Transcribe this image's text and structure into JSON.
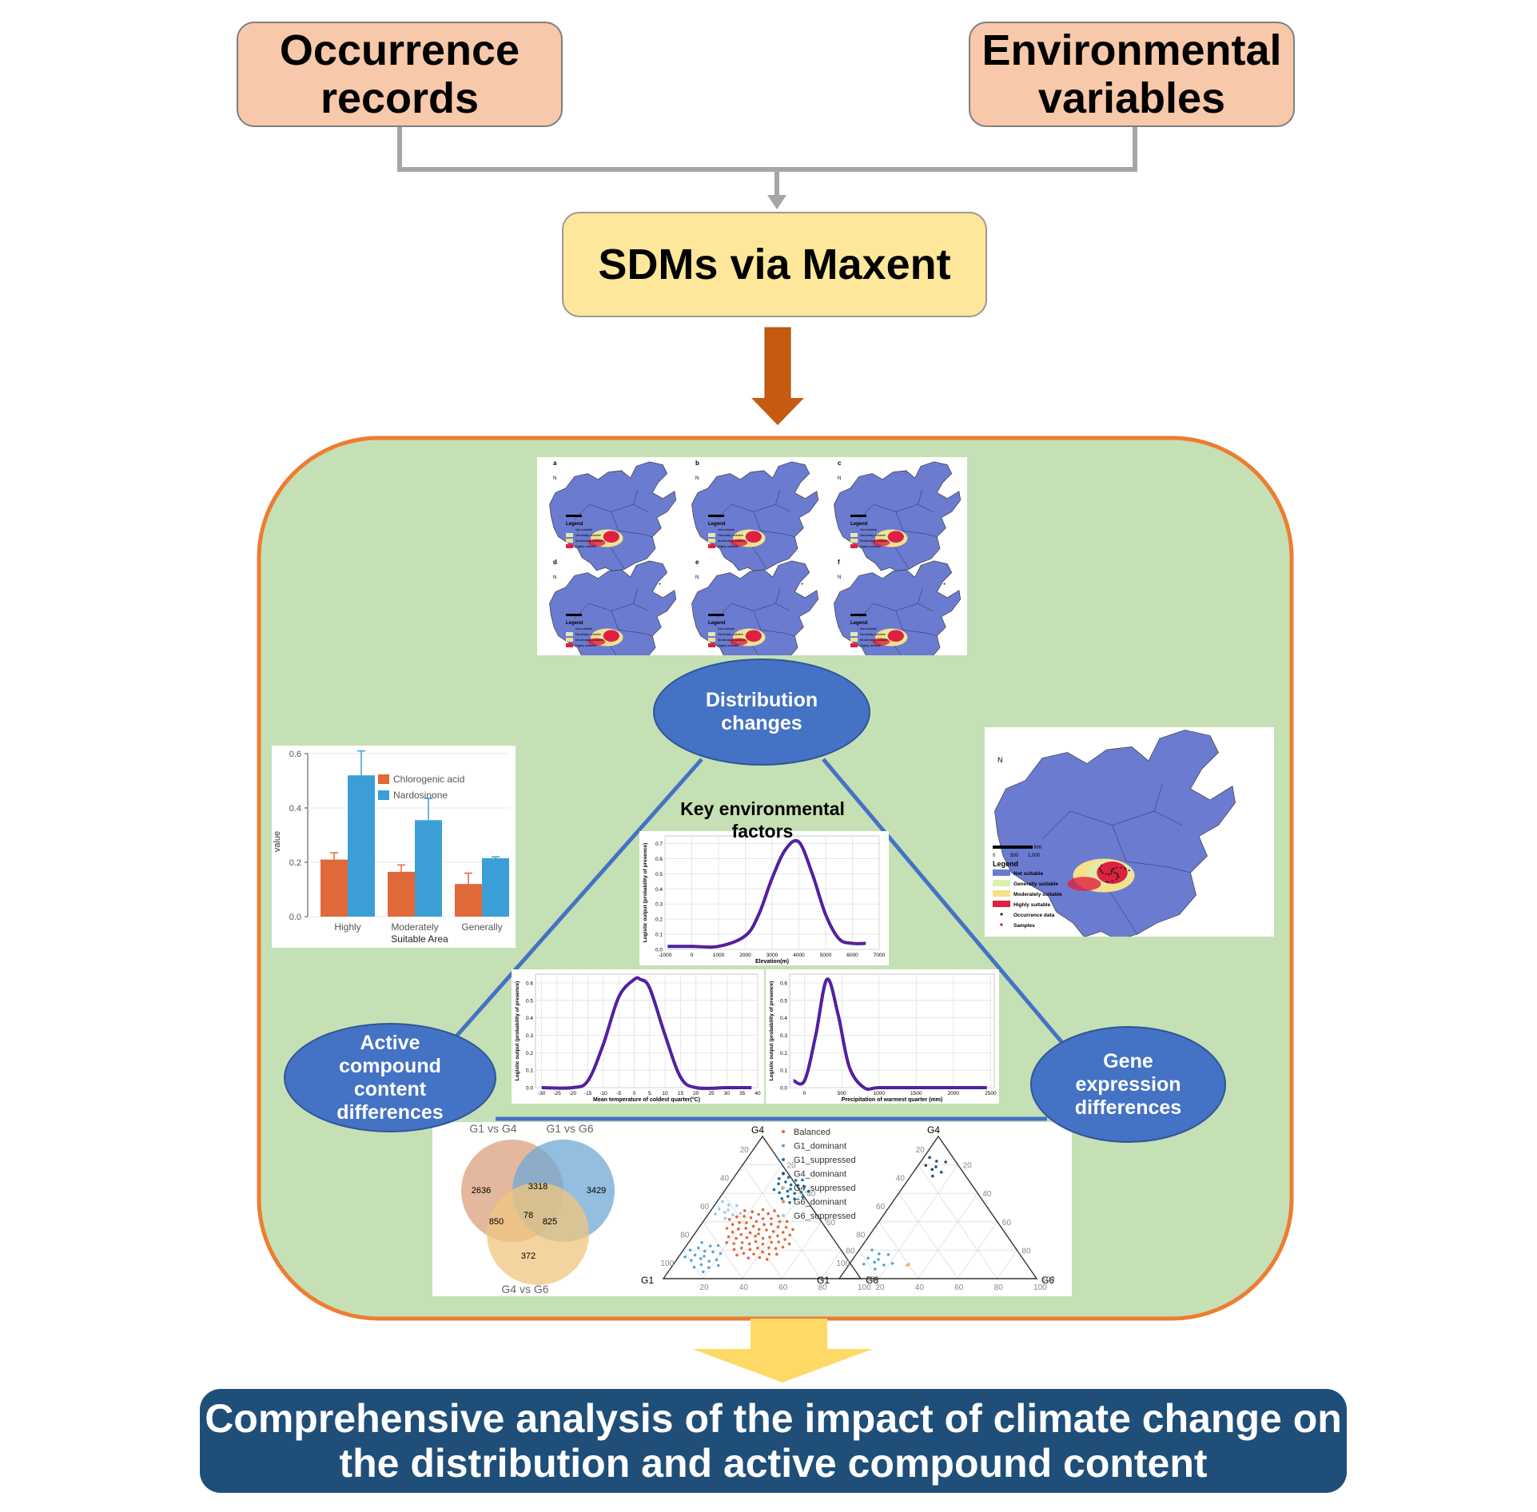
{
  "inputs": {
    "occurrence": "Occurrence\nrecords",
    "environmental": "Environmental\nvariables"
  },
  "method": "SDMs via Maxent",
  "nodes": {
    "distribution": "Distribution\nchanges",
    "active": "Active\ncompound\ncontent\ndifferences",
    "gene": "Gene\nexpression\ndifferences",
    "key": "Key environmental\nfactors"
  },
  "conclusion": "Comprehensive analysis of the impact of climate change on\nthe distribution and active compound content",
  "colors": {
    "map_not_suitable": "#6b7bd0",
    "map_generally": "#d8f0b0",
    "map_moderately": "#f6e08a",
    "map_highly": "#e02040",
    "curve": "#3a1fb0",
    "bar_chlorogenic": "#e0693a",
    "bar_nardosinone": "#3c9ed6",
    "panel_bg": "#c5e0b4",
    "panel_border": "#ed7d31"
  },
  "maps": {
    "panels": [
      "a",
      "b",
      "c",
      "d",
      "e",
      "f"
    ],
    "legend_title": "Legend",
    "legend": [
      "Not suitable",
      "Generally suitable",
      "Moderately suitable",
      "Highly suitable"
    ],
    "north": "N"
  },
  "single_map": {
    "north": "N",
    "scale_unit": "km",
    "scale_ticks": [
      "0",
      "500",
      "1,000"
    ],
    "legend_title": "Legend",
    "legend": [
      "Not suitable",
      "Generally suitable",
      "Moderately suitable",
      "Highly suitable",
      "Occurrence data",
      "Samples"
    ]
  },
  "chart_data": [
    {
      "type": "bar",
      "categories": [
        "Highly",
        "Moderately",
        "Generally"
      ],
      "series": [
        {
          "name": "Chlorogenic acid",
          "values": [
            0.21,
            0.165,
            0.12
          ],
          "errors": [
            0.025,
            0.025,
            0.04
          ]
        },
        {
          "name": "Nardosinone",
          "values": [
            0.52,
            0.355,
            0.215
          ],
          "errors": [
            0.09,
            0.08,
            0.005
          ]
        }
      ],
      "xlabel": "Suitable Area",
      "ylabel": "value",
      "ylim": [
        0,
        0.6
      ],
      "yticks": [
        "0.0",
        "0.2",
        "0.4",
        "0.6"
      ]
    },
    {
      "type": "line",
      "xlabel": "Elevation(m)",
      "ylabel": "Logistic output (probability of presence)",
      "xticks": [
        "-1000",
        "0",
        "1000",
        "2000",
        "3000",
        "4000",
        "5000",
        "6000",
        "7000"
      ],
      "yticks": [
        "0.0",
        "0.1",
        "0.2",
        "0.3",
        "0.4",
        "0.5",
        "0.6",
        "0.7"
      ],
      "xlim": [
        -1000,
        7000
      ],
      "ylim": [
        0,
        0.75
      ],
      "x": [
        -900,
        0,
        1000,
        2000,
        2500,
        3000,
        3500,
        4000,
        4500,
        5000,
        5500,
        6000,
        6500
      ],
      "y": [
        0.02,
        0.02,
        0.02,
        0.09,
        0.23,
        0.47,
        0.66,
        0.71,
        0.5,
        0.23,
        0.07,
        0.04,
        0.04
      ]
    },
    {
      "type": "line",
      "xlabel": "Mean temperature of coldest quarter(°C)",
      "ylabel": "Logistic output (probability of presence)",
      "xticks": [
        "-30",
        "-25",
        "-20",
        "-15",
        "-10",
        "-5",
        "0",
        "5",
        "10",
        "15",
        "20",
        "25",
        "30",
        "35",
        "40"
      ],
      "yticks": [
        "0.0",
        "0.1",
        "0.2",
        "0.3",
        "0.4",
        "0.5",
        "0.6"
      ],
      "xlim": [
        -32,
        40
      ],
      "ylim": [
        0,
        0.65
      ],
      "x": [
        -30,
        -20,
        -15,
        -10,
        -5,
        0,
        2,
        5,
        10,
        15,
        20,
        30,
        38
      ],
      "y": [
        0.0,
        0.0,
        0.04,
        0.25,
        0.52,
        0.62,
        0.62,
        0.57,
        0.3,
        0.06,
        0.0,
        0.0,
        0.0
      ]
    },
    {
      "type": "line",
      "xlabel": "Precipitation of warmest quarter (mm)",
      "ylabel": "Logistic output (probability of presence)",
      "xticks": [
        "0",
        "500",
        "1000",
        "1500",
        "2000",
        "2500"
      ],
      "yticks": [
        "0.0",
        "0.1",
        "0.2",
        "0.3",
        "0.4",
        "0.5",
        "0.6"
      ],
      "xlim": [
        -200,
        2550
      ],
      "ylim": [
        0,
        0.65
      ],
      "x": [
        -150,
        0,
        150,
        300,
        450,
        600,
        800,
        1000,
        1500,
        2000,
        2450
      ],
      "y": [
        0.04,
        0.04,
        0.3,
        0.62,
        0.42,
        0.12,
        0.0,
        0.0,
        0.0,
        0.0,
        0.0
      ]
    },
    {
      "type": "venn",
      "sets": [
        "G1 vs G4",
        "G1 vs G6",
        "G4 vs G6"
      ],
      "regions": {
        "only_a": 2636,
        "only_b": 3429,
        "only_c": 372,
        "ab": 3318,
        "ac": 850,
        "bc": 825,
        "abc": 78
      },
      "colors": [
        "#dba07e",
        "#6fa8d4",
        "#f0c67e"
      ]
    },
    {
      "type": "scatter",
      "subtype": "ternary",
      "axes": [
        "G4",
        "G1",
        "G6"
      ],
      "ticks": [
        "20",
        "40",
        "60",
        "80",
        "100"
      ],
      "legend": [
        {
          "name": "Balanced",
          "color": "#e0693a"
        },
        {
          "name": "G1_dominant",
          "color": "#5ba3d9"
        },
        {
          "name": "G1_suppressed",
          "color": "#1f6fa8"
        },
        {
          "name": "G4_dominant",
          "color": "#1f4e79"
        },
        {
          "name": "G4_suppressed",
          "color": "#f0b070"
        },
        {
          "name": "G6_dominant",
          "color": "#d08a50"
        },
        {
          "name": "G6_suppressed",
          "color": "#9ec8ea"
        }
      ]
    },
    {
      "type": "scatter",
      "subtype": "ternary",
      "axes": [
        "G4",
        "G1",
        "G6"
      ],
      "ticks": [
        "20",
        "40",
        "60",
        "80",
        "100"
      ]
    }
  ]
}
